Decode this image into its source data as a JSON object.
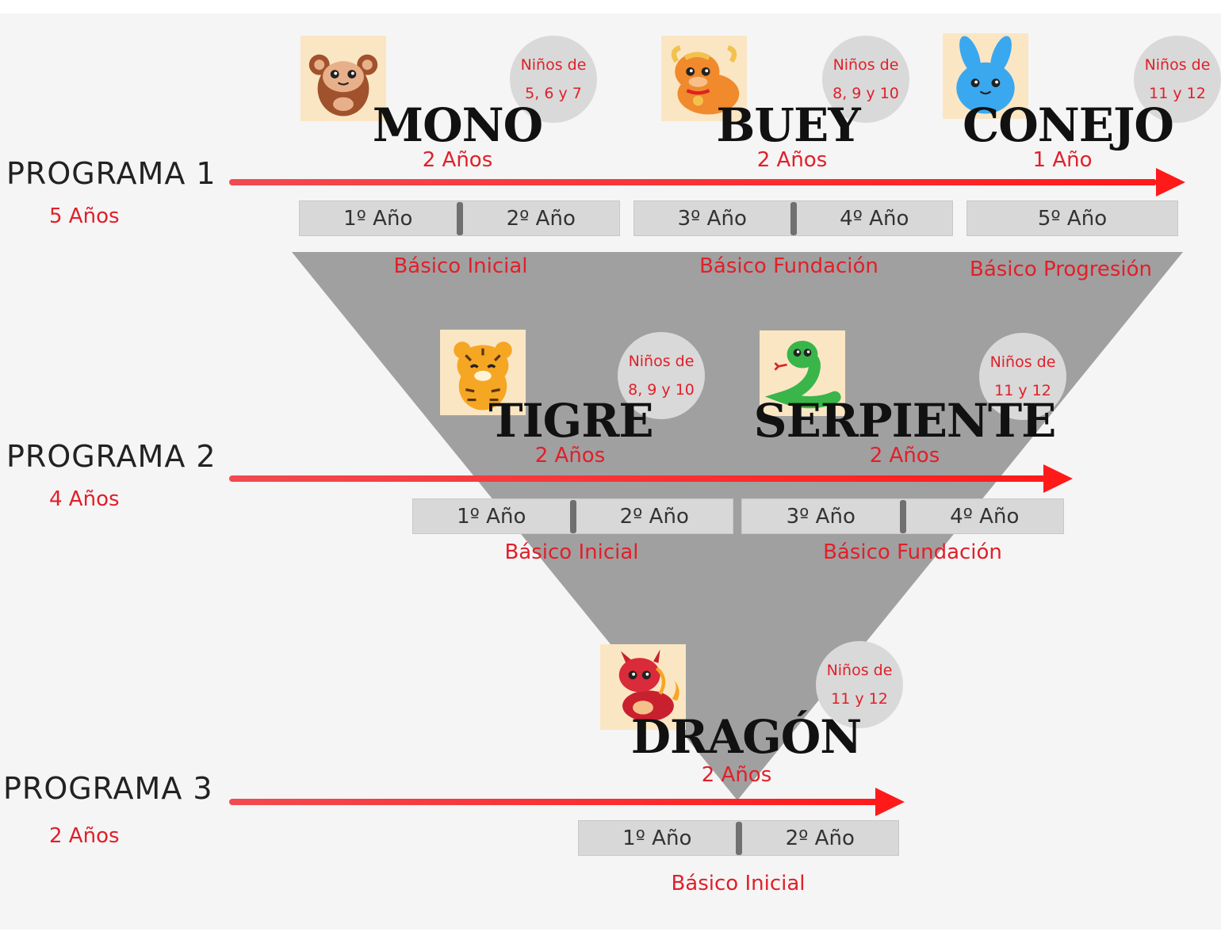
{
  "colors": {
    "accent": "#e0202a",
    "arrow": "#f21c1c",
    "triangle": "#8e8e8e",
    "bar": "#d8d8d8"
  },
  "programs": [
    {
      "title": "PROGRAMA 1",
      "duration": "5 Años"
    },
    {
      "title": "PROGRAMA 2",
      "duration": "4 Años"
    },
    {
      "title": "PROGRAMA 3",
      "duration": "2 Años"
    }
  ],
  "stages": {
    "mono": {
      "name": "MONO",
      "years": "2 Años",
      "ages_line1": "Niños de",
      "ages_line2": "5, 6 y 7",
      "icon": "monkey-icon"
    },
    "buey": {
      "name": "BUEY",
      "years": "2 Años",
      "ages_line1": "Niños de",
      "ages_line2": "8, 9 y 10",
      "icon": "ox-icon"
    },
    "conejo": {
      "name": "CONEJO",
      "years": "1 Año",
      "ages_line1": "Niños de",
      "ages_line2": "11 y 12",
      "icon": "rabbit-icon"
    },
    "tigre": {
      "name": "TIGRE",
      "years": "2 Años",
      "ages_line1": "Niños de",
      "ages_line2": "8, 9 y 10",
      "icon": "tiger-icon"
    },
    "serpiente": {
      "name": "SERPIENTE",
      "years": "2 Años",
      "ages_line1": "Niños de",
      "ages_line2": "11 y 12",
      "icon": "snake-icon"
    },
    "dragon": {
      "name": "DRAGÓN",
      "years": "2 Años",
      "ages_line1": "Niños de",
      "ages_line2": "11 y 12",
      "icon": "dragon-icon"
    }
  },
  "years": {
    "p1": [
      "1º Año",
      "2º Año",
      "3º Año",
      "4º Año",
      "5º Año"
    ],
    "p2": [
      "1º Año",
      "2º Año",
      "3º Año",
      "4º Año"
    ],
    "p3": [
      "1º Año",
      "2º Año"
    ]
  },
  "levels": {
    "p1": [
      "Básico Inicial",
      "Básico Fundación",
      "Básico Progresión"
    ],
    "p2": [
      "Básico Inicial",
      "Básico Fundación"
    ],
    "p3": [
      "Básico Inicial"
    ]
  }
}
